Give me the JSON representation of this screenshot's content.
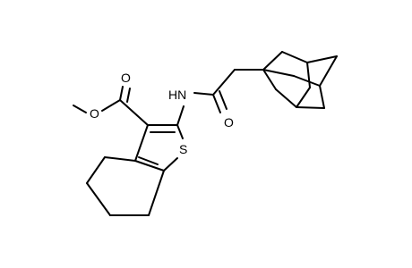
{
  "molecule": {
    "atoms": {
      "o_ester_carbonyl": "O",
      "o_ester_ether": "O",
      "nh": "HN",
      "o_amide": "O",
      "s_ring": "S"
    },
    "colors": {
      "bond": "#000000",
      "label": "#000000",
      "background": "#ffffff"
    }
  }
}
